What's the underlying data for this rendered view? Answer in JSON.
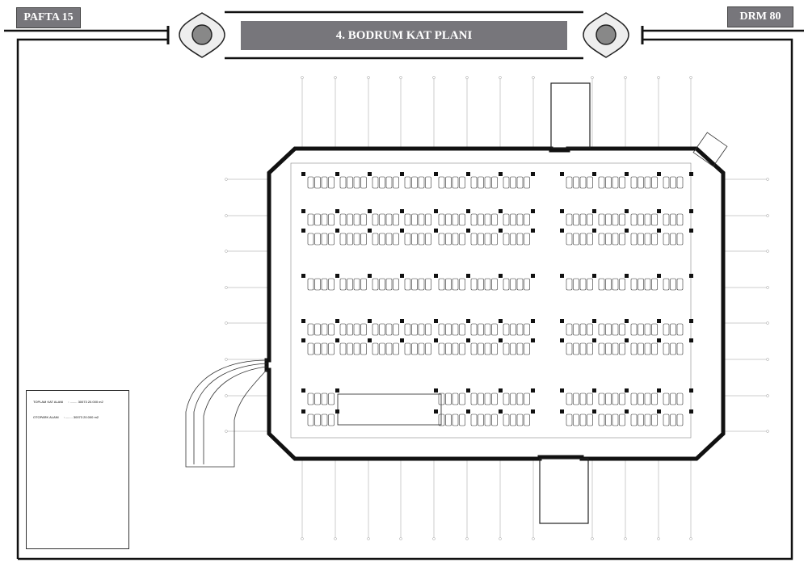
{
  "header": {
    "sheet_label": "PAFTA 15",
    "drawing_code": "DRM 80",
    "title": "4. BODRUM KAT PLANI"
  },
  "legend": {
    "rows": [
      {
        "label": "TOPLAM KAT ALANI",
        "value": ": ........ 30073 20.000 m2"
      },
      {
        "label": "OTOPARK ALANI",
        "value": ": ........ 30073 20.000 m2"
      }
    ]
  }
}
